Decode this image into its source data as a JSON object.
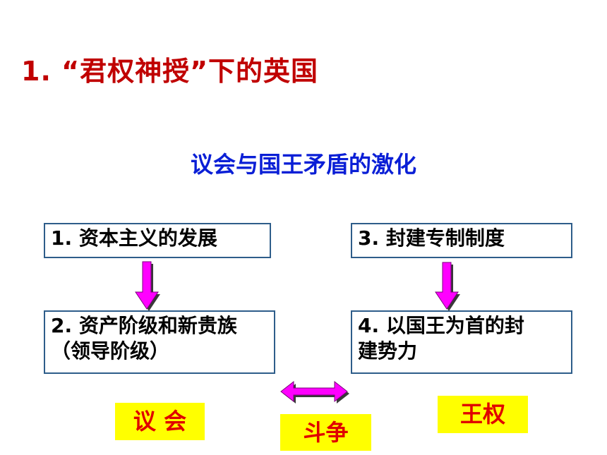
{
  "heading": "1. “君权神授”下的英国",
  "subheading": "议会与国王矛盾的激化",
  "boxes": {
    "capitalism": "1. 资本主义的发展",
    "bourgeoisie_line1": "2. 资产阶级和新贵族",
    "bourgeoisie_line2": "（领导阶级）",
    "feudal": "3. 封建专制制度",
    "king_line1": "4. 以国王为首的封",
    "king_line2": "建势力"
  },
  "labels": {
    "parliament": "议  会",
    "struggle": "斗争",
    "royal_power": "王权"
  },
  "colors": {
    "heading": "#c00000",
    "subheading": "#0a1fd6",
    "box_border": "#2e5d8a",
    "arrow": "#ff00ff",
    "label_bg": "#ffff00",
    "label_text": "#e00000"
  }
}
